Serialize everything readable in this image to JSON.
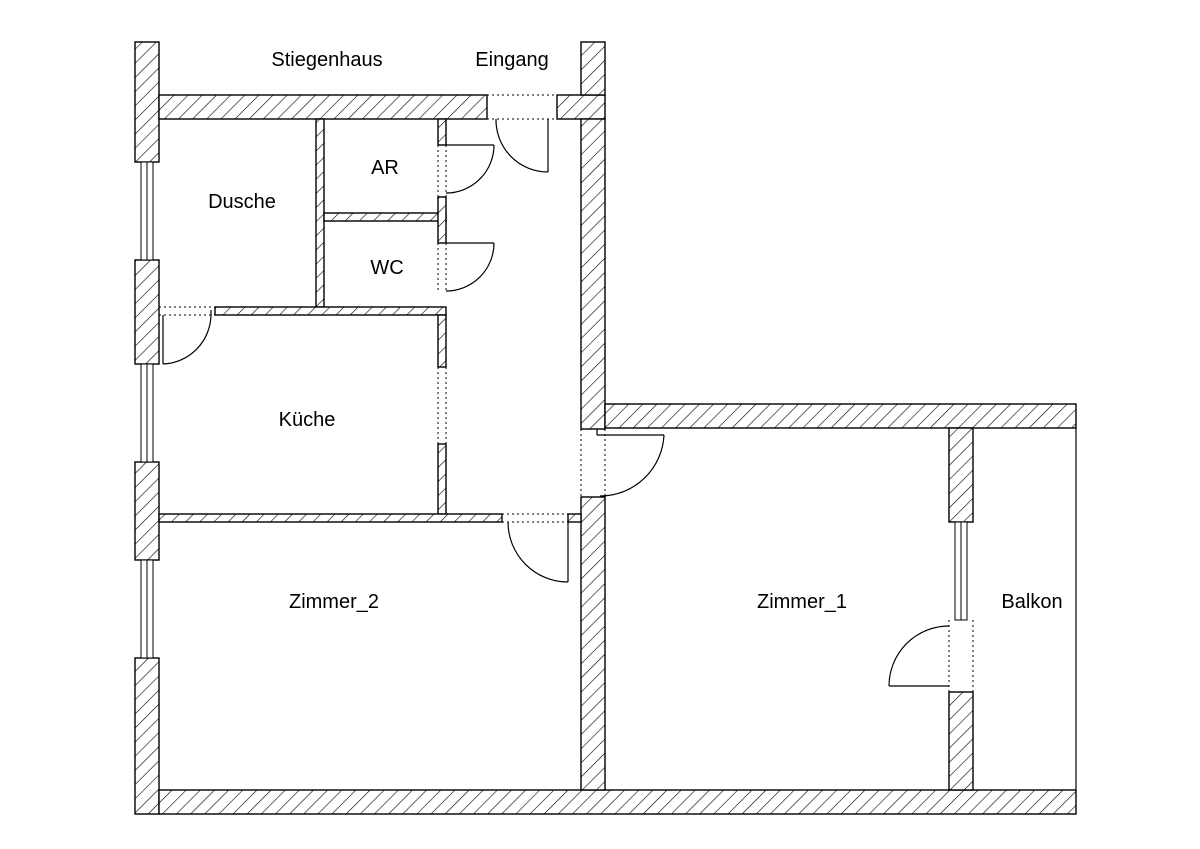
{
  "plan": {
    "labels": {
      "stiegenhaus": "Stiegenhaus",
      "eingang": "Eingang",
      "ar": "AR",
      "wc": "WC",
      "dusche": "Dusche",
      "kueche": "Küche",
      "zimmer_2": "Zimmer_2",
      "zimmer_1": "Zimmer_1",
      "balkon": "Balkon"
    }
  }
}
